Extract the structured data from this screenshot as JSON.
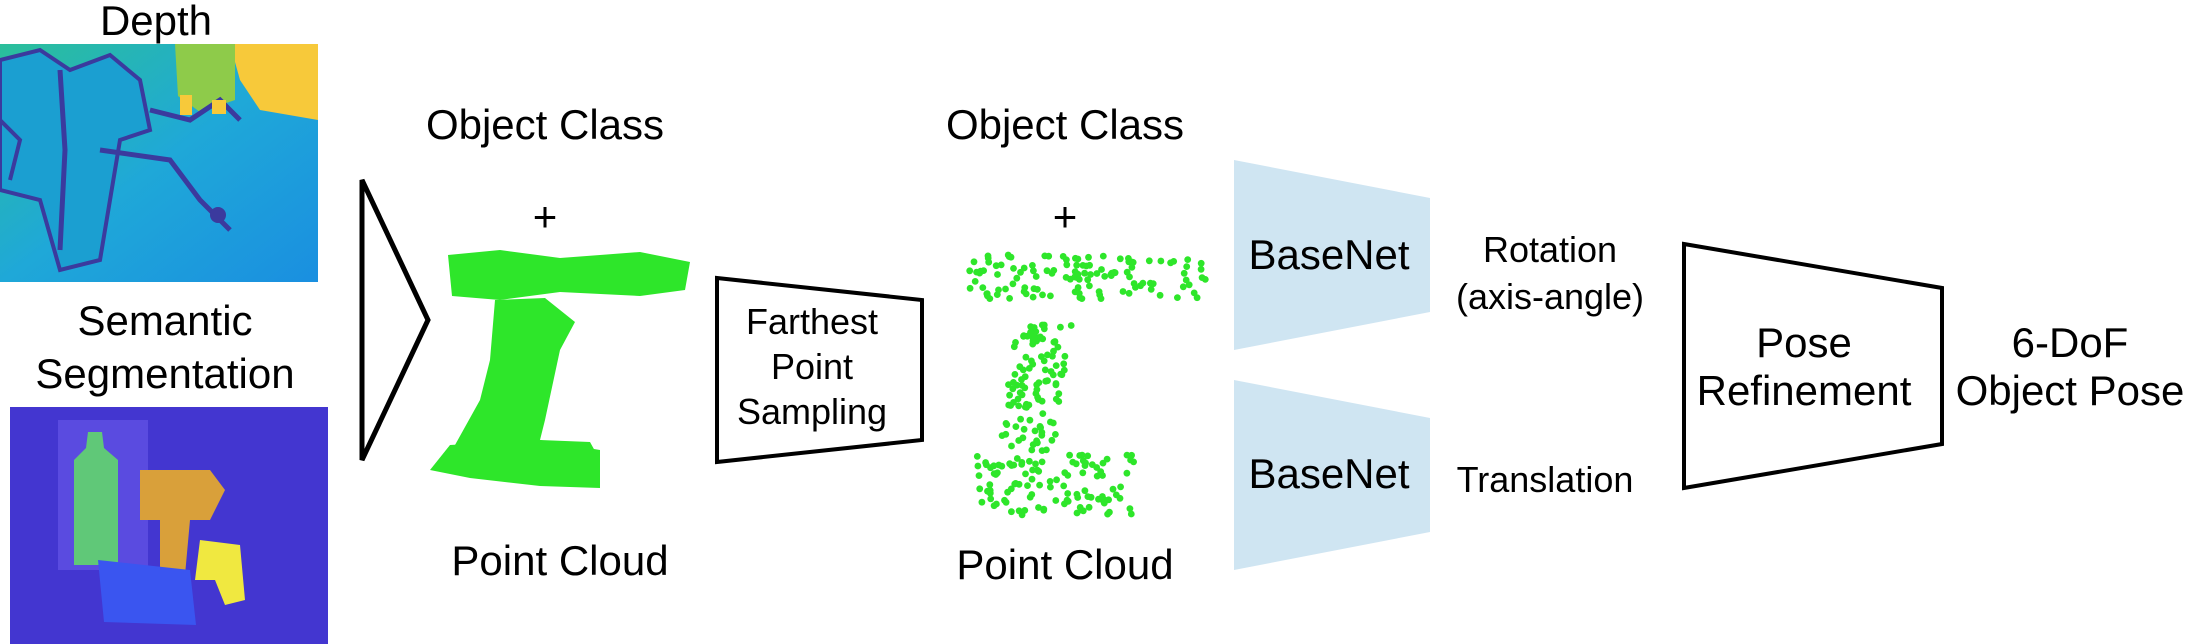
{
  "inputs": {
    "depth_label": "Depth",
    "seg_label_line1": "Semantic",
    "seg_label_line2": "Segmentation"
  },
  "stage1": {
    "object_class": "Object Class",
    "plus": "+",
    "point_cloud": "Point Cloud"
  },
  "sampler": {
    "line1": "Farthest",
    "line2": "Point",
    "line3": "Sampling"
  },
  "stage2": {
    "object_class": "Object Class",
    "plus": "+",
    "point_cloud": "Point Cloud"
  },
  "basenets": [
    {
      "label": "BaseNet",
      "output_line1": "Rotation",
      "output_line2": "(axis-angle)"
    },
    {
      "label": "BaseNet",
      "output_line1": "Translation",
      "output_line2": ""
    }
  ],
  "refinement": {
    "line1": "Pose",
    "line2": "Refinement"
  },
  "result": {
    "line1": "6-DoF",
    "line2": "Object Pose"
  },
  "colors": {
    "point_cloud": "#2ee62a",
    "basenet_fill": "#cfe5f2",
    "depth_far": "#f7c93a",
    "depth_mid": "#1fa8d8",
    "depth_near": "#3b3a9e",
    "seg_background": "#4336d0"
  }
}
